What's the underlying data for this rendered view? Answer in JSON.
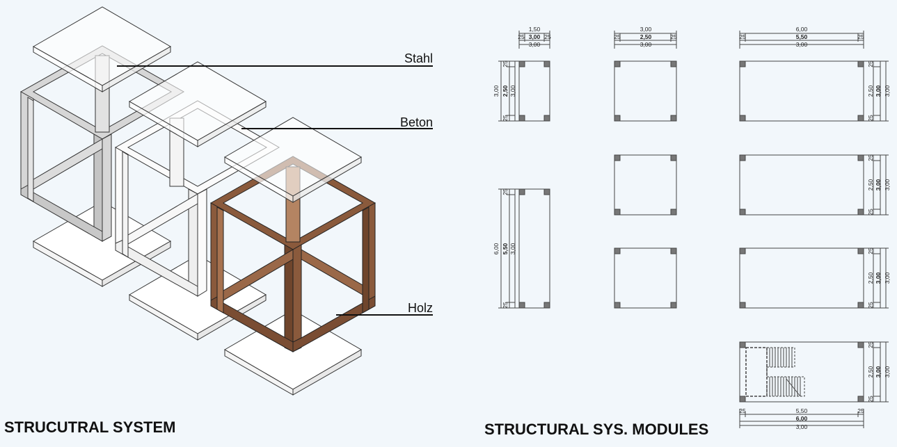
{
  "titles": {
    "left": "STRUCUTRAL SYSTEM",
    "right": "STRUCTURAL SYS. MODULES"
  },
  "materials": [
    {
      "label": "Stahl",
      "color": "#d6d6d6"
    },
    {
      "label": "Beton",
      "color": "#f7f7f7"
    },
    {
      "label": "Holz",
      "color": "#8a5a3c"
    }
  ],
  "modules": {
    "narrow": {
      "top_total": "1,50",
      "top_mid": "3,00",
      "top_side": "25",
      "top_bottom": "3,00",
      "side_total": "3,00",
      "side_mid": "2,50",
      "side_bottom": "3,00",
      "side_edge": "25"
    },
    "narrow_long": {
      "side_total": "6,00",
      "side_mid": "5,50",
      "side_bottom": "3,00",
      "side_edge": "25"
    },
    "square": {
      "top_total": "3,00",
      "top_mid": "2,50",
      "top_side": "25",
      "top_bottom": "3,00"
    },
    "wide": {
      "top_total": "6,00",
      "top_mid": "5,50",
      "top_side": "25",
      "top_bottom": "3,00",
      "side_mid": "2,50",
      "side_total": "3,00",
      "side_bottom": "3,00",
      "side_edge": "25"
    },
    "stair": {
      "bottom_mid": "5,50",
      "bottom_total": "6,00",
      "bottom_sub": "3,00",
      "bottom_side": "25"
    }
  }
}
